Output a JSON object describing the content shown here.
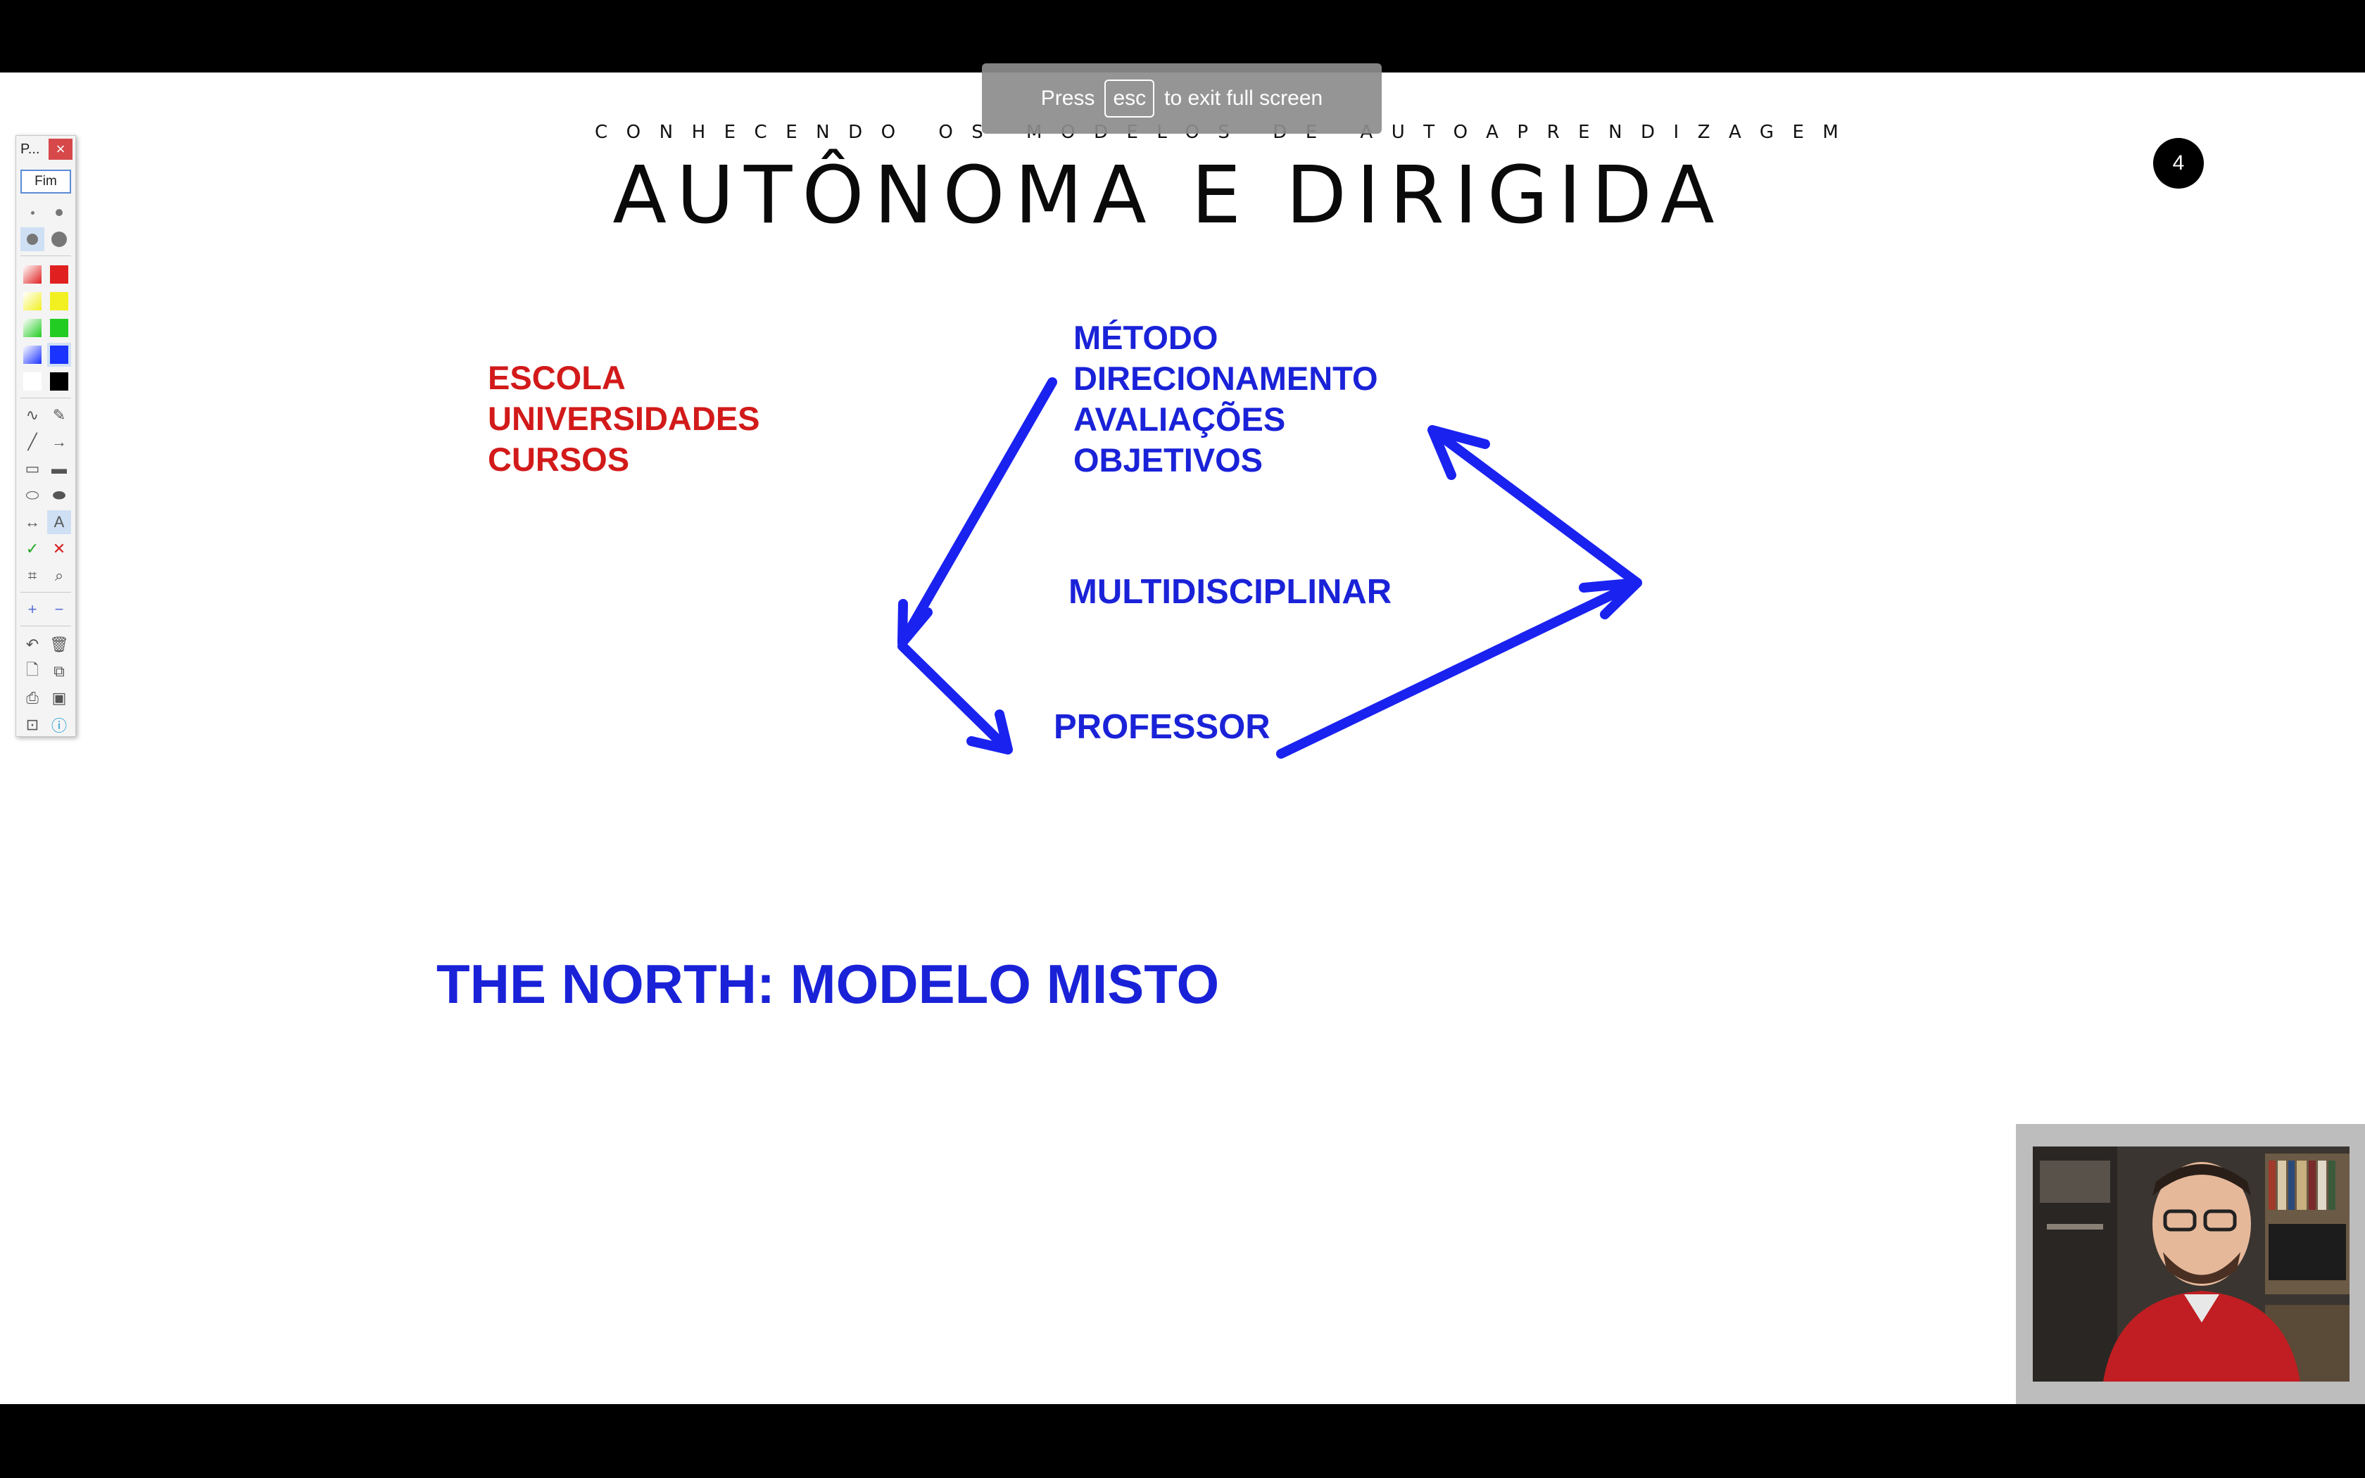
{
  "fullscreen_notice": {
    "before": "Press",
    "key": "esc",
    "after": "to exit full screen"
  },
  "slide": {
    "subtitle": "CONHECENDO OS MODELOS DE AUTOAPRENDIZAGEM",
    "title": "AUTÔNOMA E DIRIGIDA",
    "page_number": "4",
    "red_items": [
      "ESCOLA",
      "UNIVERSIDADES",
      "CURSOS"
    ],
    "blue_items": [
      "MÉTODO",
      "DIRECIONAMENTO",
      "AVALIAÇÕES",
      "OBJETIVOS"
    ],
    "center_label": "MULTIDISCIPLINAR",
    "bottom_label": "PROFESSOR",
    "headline": "THE NORTH: MODELO MISTO",
    "colors": {
      "red": "#d21a1a",
      "blue": "#1a22d8",
      "arrow": "#1a22f0"
    }
  },
  "toolbar": {
    "title": "P...",
    "close_label": "×",
    "end_label": "Fim",
    "colors": [
      "#e02020",
      "#f2f020",
      "#22cc22",
      "#1a33ff",
      "#000000"
    ]
  }
}
